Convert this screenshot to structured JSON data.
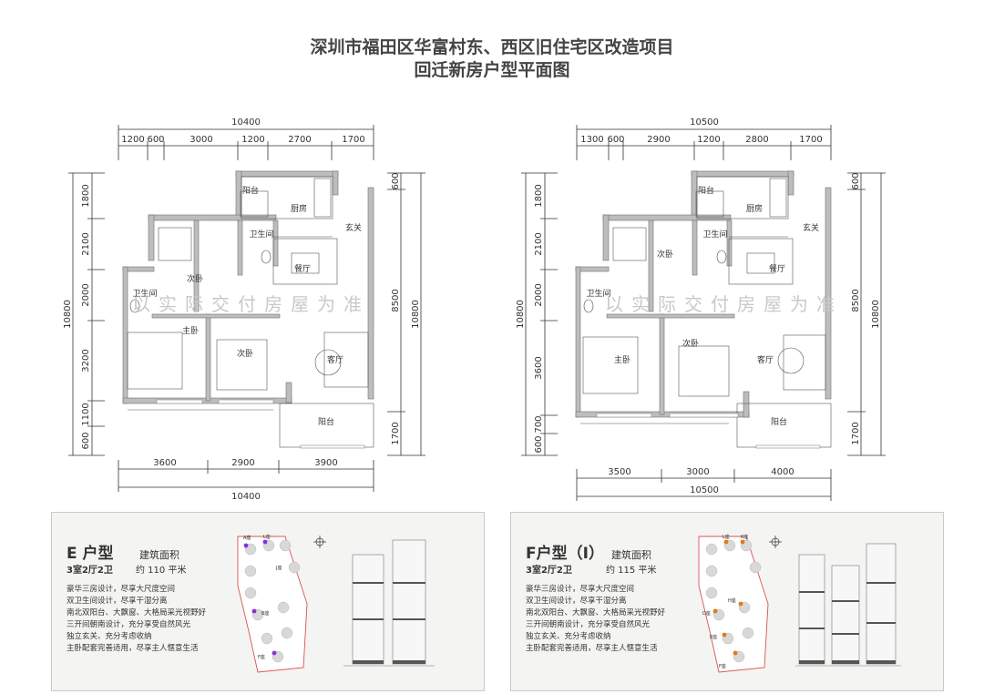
{
  "title": {
    "line1": "深圳市福田区华富村东、西区旧住宅区改造项目",
    "line2": "回迁新房户型平面图"
  },
  "watermark": "以实际交付房屋为准",
  "plan_e": {
    "top_total": "10400",
    "top_dims": [
      "1200",
      "600",
      "3000",
      "1200",
      "2700",
      "1700"
    ],
    "bottom_dims": [
      "3600",
      "2900",
      "3900"
    ],
    "bottom_total": "10400",
    "left_dims": [
      "1800",
      "2100",
      "2000",
      "3200",
      "1100",
      "600"
    ],
    "left_total": "10800",
    "right_dims": [
      "600",
      "8500",
      "1700"
    ],
    "right_total": "10800",
    "rooms": {
      "balcony_top": "阳台",
      "kitchen": "厨房",
      "entry": "玄关",
      "bath1": "卫生间",
      "dining": "餐厅",
      "bedroom2": "次卧",
      "bath2": "卫生间",
      "master": "主卧",
      "bedroom3": "次卧",
      "living": "客厅",
      "balcony_bottom": "阳台"
    }
  },
  "plan_f": {
    "top_total": "10500",
    "top_dims": [
      "1300",
      "600",
      "2900",
      "1200",
      "2800",
      "1700"
    ],
    "bottom_dims": [
      "3500",
      "3000",
      "4000"
    ],
    "bottom_total": "10500",
    "left_dims": [
      "1800",
      "2100",
      "2000",
      "3600",
      "700",
      "600"
    ],
    "left_total": "10800",
    "right_dims": [
      "600",
      "8500",
      "1700"
    ],
    "right_total": "10800",
    "rooms": {
      "balcony_top": "阳台",
      "kitchen": "厨房",
      "entry": "玄关",
      "bedroom2": "次卧",
      "bath1": "卫生间",
      "dining": "餐厅",
      "bath2": "卫生间",
      "master": "主卧",
      "bedroom3": "次卧",
      "living": "客厅",
      "balcony_bottom": "阳台"
    }
  },
  "panel_e": {
    "type": "E 户型",
    "rooms": "3室2厅2卫",
    "area_label": "建筑面积",
    "area_value": "约 110 平米",
    "features": [
      "豪华三房设计，尽享大尺度空间",
      "双卫生间设计，尽享干湿分离",
      "南北双阳台、大飘窗、大格局采光视野好",
      "三开间朝南设计，充分享受自然风光",
      "独立玄关、充分考虑收纳",
      "主卧配套完善适用，尽享主人惬意生活"
    ],
    "site_labels": [
      "A座",
      "L座",
      "J座",
      "B座",
      "F座"
    ]
  },
  "panel_f": {
    "type": "F户型（Ⅰ）",
    "rooms": "3室2厅2卫",
    "area_label": "建筑面积",
    "area_value": "约 115 平米",
    "features": [
      "豪华三房设计，尽享大尺度空间",
      "双卫生间设计，尽享干湿分离",
      "南北双阳台、大飘窗、大格局采光视野好",
      "三开间朝南设计，充分享受自然风光",
      "独立玄关、充分考虑收纳",
      "主卧配套完善适用，尽享主人惬意生活"
    ],
    "site_labels": [
      "L座",
      "K座",
      "H座",
      "D座",
      "E座",
      "F座"
    ]
  },
  "colors": {
    "wall": "#7a7a7a",
    "dim": "#333333",
    "marker_e": "#8a2be2",
    "marker_f": "#e07a1c",
    "site_outline": "#d9534f"
  }
}
